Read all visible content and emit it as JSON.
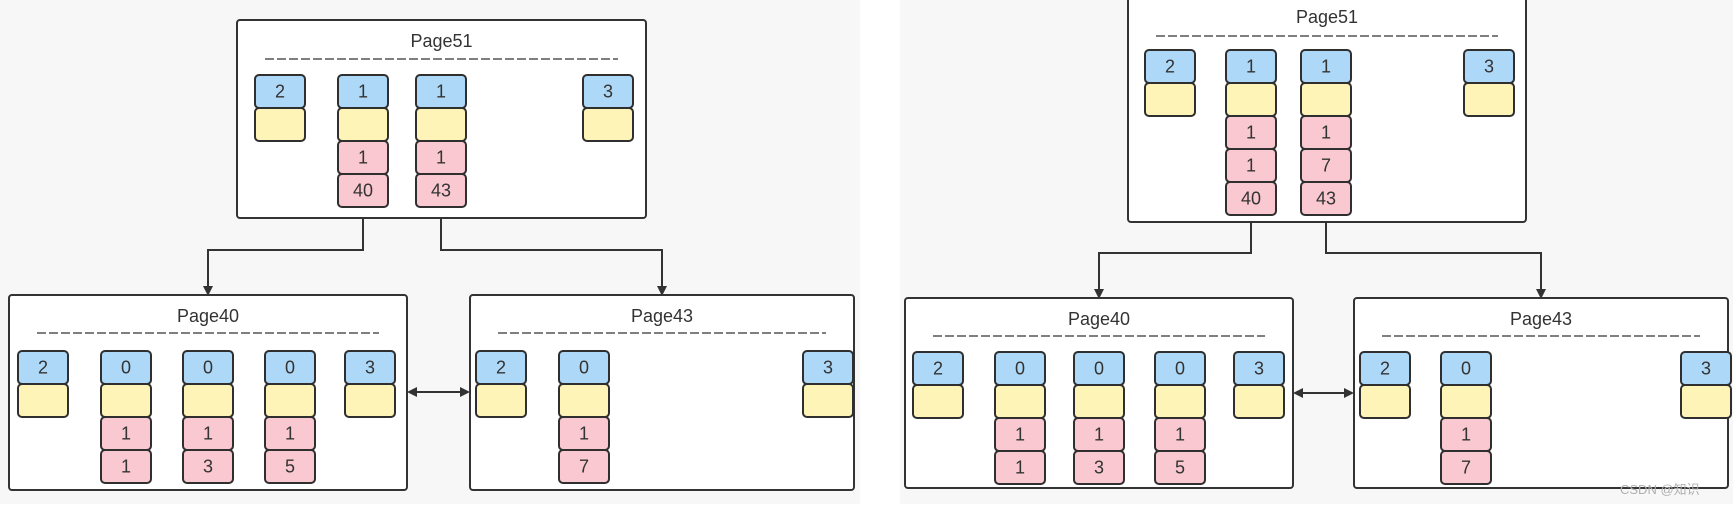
{
  "colors": {
    "header_cell": "#aed8f7",
    "pointer_cell": "#fff4b8",
    "record_cell": "#f9c8d0",
    "panel_background": "#f7f7f7",
    "stroke": "#333333"
  },
  "watermark": "CSDN @知识",
  "panels": [
    {
      "id": "before",
      "root": {
        "title": "Page51",
        "slots": [
          {
            "header": "2",
            "records": []
          },
          {
            "header": "1",
            "records": [
              "1",
              "40"
            ]
          },
          {
            "header": "1",
            "records": [
              "1",
              "43"
            ]
          },
          {
            "header": "3",
            "records": []
          }
        ]
      },
      "leaves": [
        {
          "title": "Page40",
          "slots": [
            {
              "header": "2",
              "records": []
            },
            {
              "header": "0",
              "records": [
                "1",
                "1"
              ]
            },
            {
              "header": "0",
              "records": [
                "1",
                "3"
              ]
            },
            {
              "header": "0",
              "records": [
                "1",
                "5"
              ]
            },
            {
              "header": "3",
              "records": []
            }
          ]
        },
        {
          "title": "Page43",
          "slots": [
            {
              "header": "2",
              "records": []
            },
            {
              "header": "0",
              "records": [
                "1",
                "7"
              ]
            },
            {
              "header": "3",
              "records": []
            }
          ]
        }
      ]
    },
    {
      "id": "after",
      "root": {
        "title": "Page51",
        "slots": [
          {
            "header": "2",
            "records": []
          },
          {
            "header": "1",
            "records": [
              "1",
              "1",
              "40"
            ]
          },
          {
            "header": "1",
            "records": [
              "1",
              "7",
              "43"
            ]
          },
          {
            "header": "3",
            "records": []
          }
        ]
      },
      "leaves": [
        {
          "title": "Page40",
          "slots": [
            {
              "header": "2",
              "records": []
            },
            {
              "header": "0",
              "records": [
                "1",
                "1"
              ]
            },
            {
              "header": "0",
              "records": [
                "1",
                "3"
              ]
            },
            {
              "header": "0",
              "records": [
                "1",
                "5"
              ]
            },
            {
              "header": "3",
              "records": []
            }
          ]
        },
        {
          "title": "Page43",
          "slots": [
            {
              "header": "2",
              "records": []
            },
            {
              "header": "0",
              "records": [
                "1",
                "7"
              ]
            },
            {
              "header": "3",
              "records": []
            }
          ]
        }
      ]
    }
  ]
}
